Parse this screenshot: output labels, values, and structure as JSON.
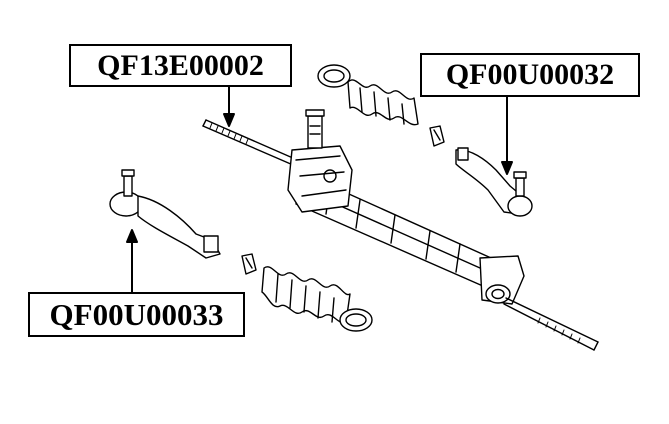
{
  "labels": {
    "inner_tie_rod": "QF13E00002",
    "outer_tie_rod_right": "QF00U00032",
    "outer_tie_rod_left": "QF00U00033"
  }
}
